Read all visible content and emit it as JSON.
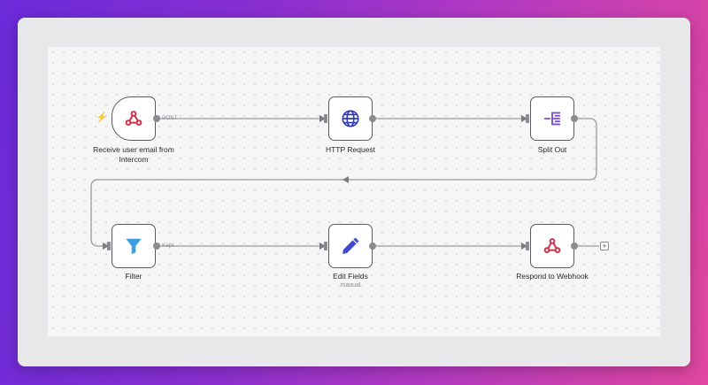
{
  "workflow": {
    "nodes": [
      {
        "id": "receive",
        "label": "Receive user email from Intercom",
        "icon": "webhook-icon",
        "output_label": "POST"
      },
      {
        "id": "http",
        "label": "HTTP Request",
        "icon": "globe-icon"
      },
      {
        "id": "split",
        "label": "Split Out",
        "icon": "split-out-icon"
      },
      {
        "id": "filter",
        "label": "Filter",
        "icon": "filter-icon",
        "output_label": "Kept"
      },
      {
        "id": "edit",
        "label": "Edit Fields",
        "icon": "pencil-icon",
        "sublabel": "manual"
      },
      {
        "id": "respond",
        "label": "Respond to Webhook",
        "icon": "webhook-icon"
      }
    ],
    "add_button": "+",
    "trigger_icon": "lightning-icon"
  },
  "colors": {
    "webhook_red": "#c9354b",
    "globe_blue": "#2d3ab3",
    "split_purple": "#7b4fd6",
    "filter_blue": "#3ca0e0",
    "pencil_blue": "#3f4bc9",
    "trigger_orange": "#ff6d5a"
  }
}
